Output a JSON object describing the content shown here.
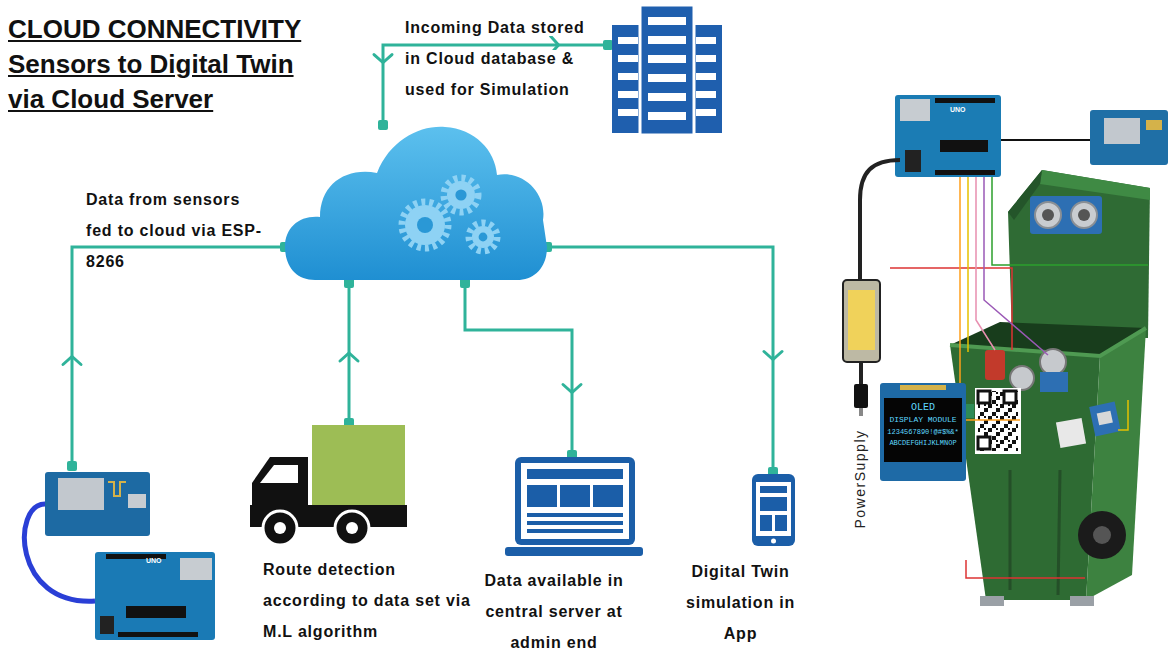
{
  "diagram": {
    "title": "CLOUD CONNECTIVITY Sensors to Digital Twin via Cloud Server",
    "nodes": [
      {
        "text": []
      },
      {
        "text": []
      },
      {
        "text": []
      },
      {
        "text": [
          "Route detection according to data set via M.L algorithm"
        ]
      },
      {
        "text": [
          "Data available in central server at admin end"
        ]
      },
      {
        "text": [
          "Digital Twin simulation in App"
        ]
      }
    ],
    "edges": [
      {
        "from": 2,
        "to": 0,
        "arrow": "to",
        "label": "Data from sensors fed to cloud via ESP-8266"
      },
      {
        "from": 0,
        "to": 1,
        "arrow": "both",
        "label": "Incoming Data stored in Cloud database & used for Simulation"
      },
      {
        "from": 3,
        "to": 0,
        "arrow": "to"
      },
      {
        "from": 0,
        "to": 4,
        "arrow": "to"
      },
      {
        "from": 0,
        "to": 5,
        "arrow": "to"
      }
    ],
    "labels": [
      "UNO",
      "UNO",
      "OLED",
      "DISPLAY MODULE",
      "1234567890!@#$%&*",
      "ABCDEFGHIJKLMNOP",
      "PowerSupply"
    ]
  }
}
